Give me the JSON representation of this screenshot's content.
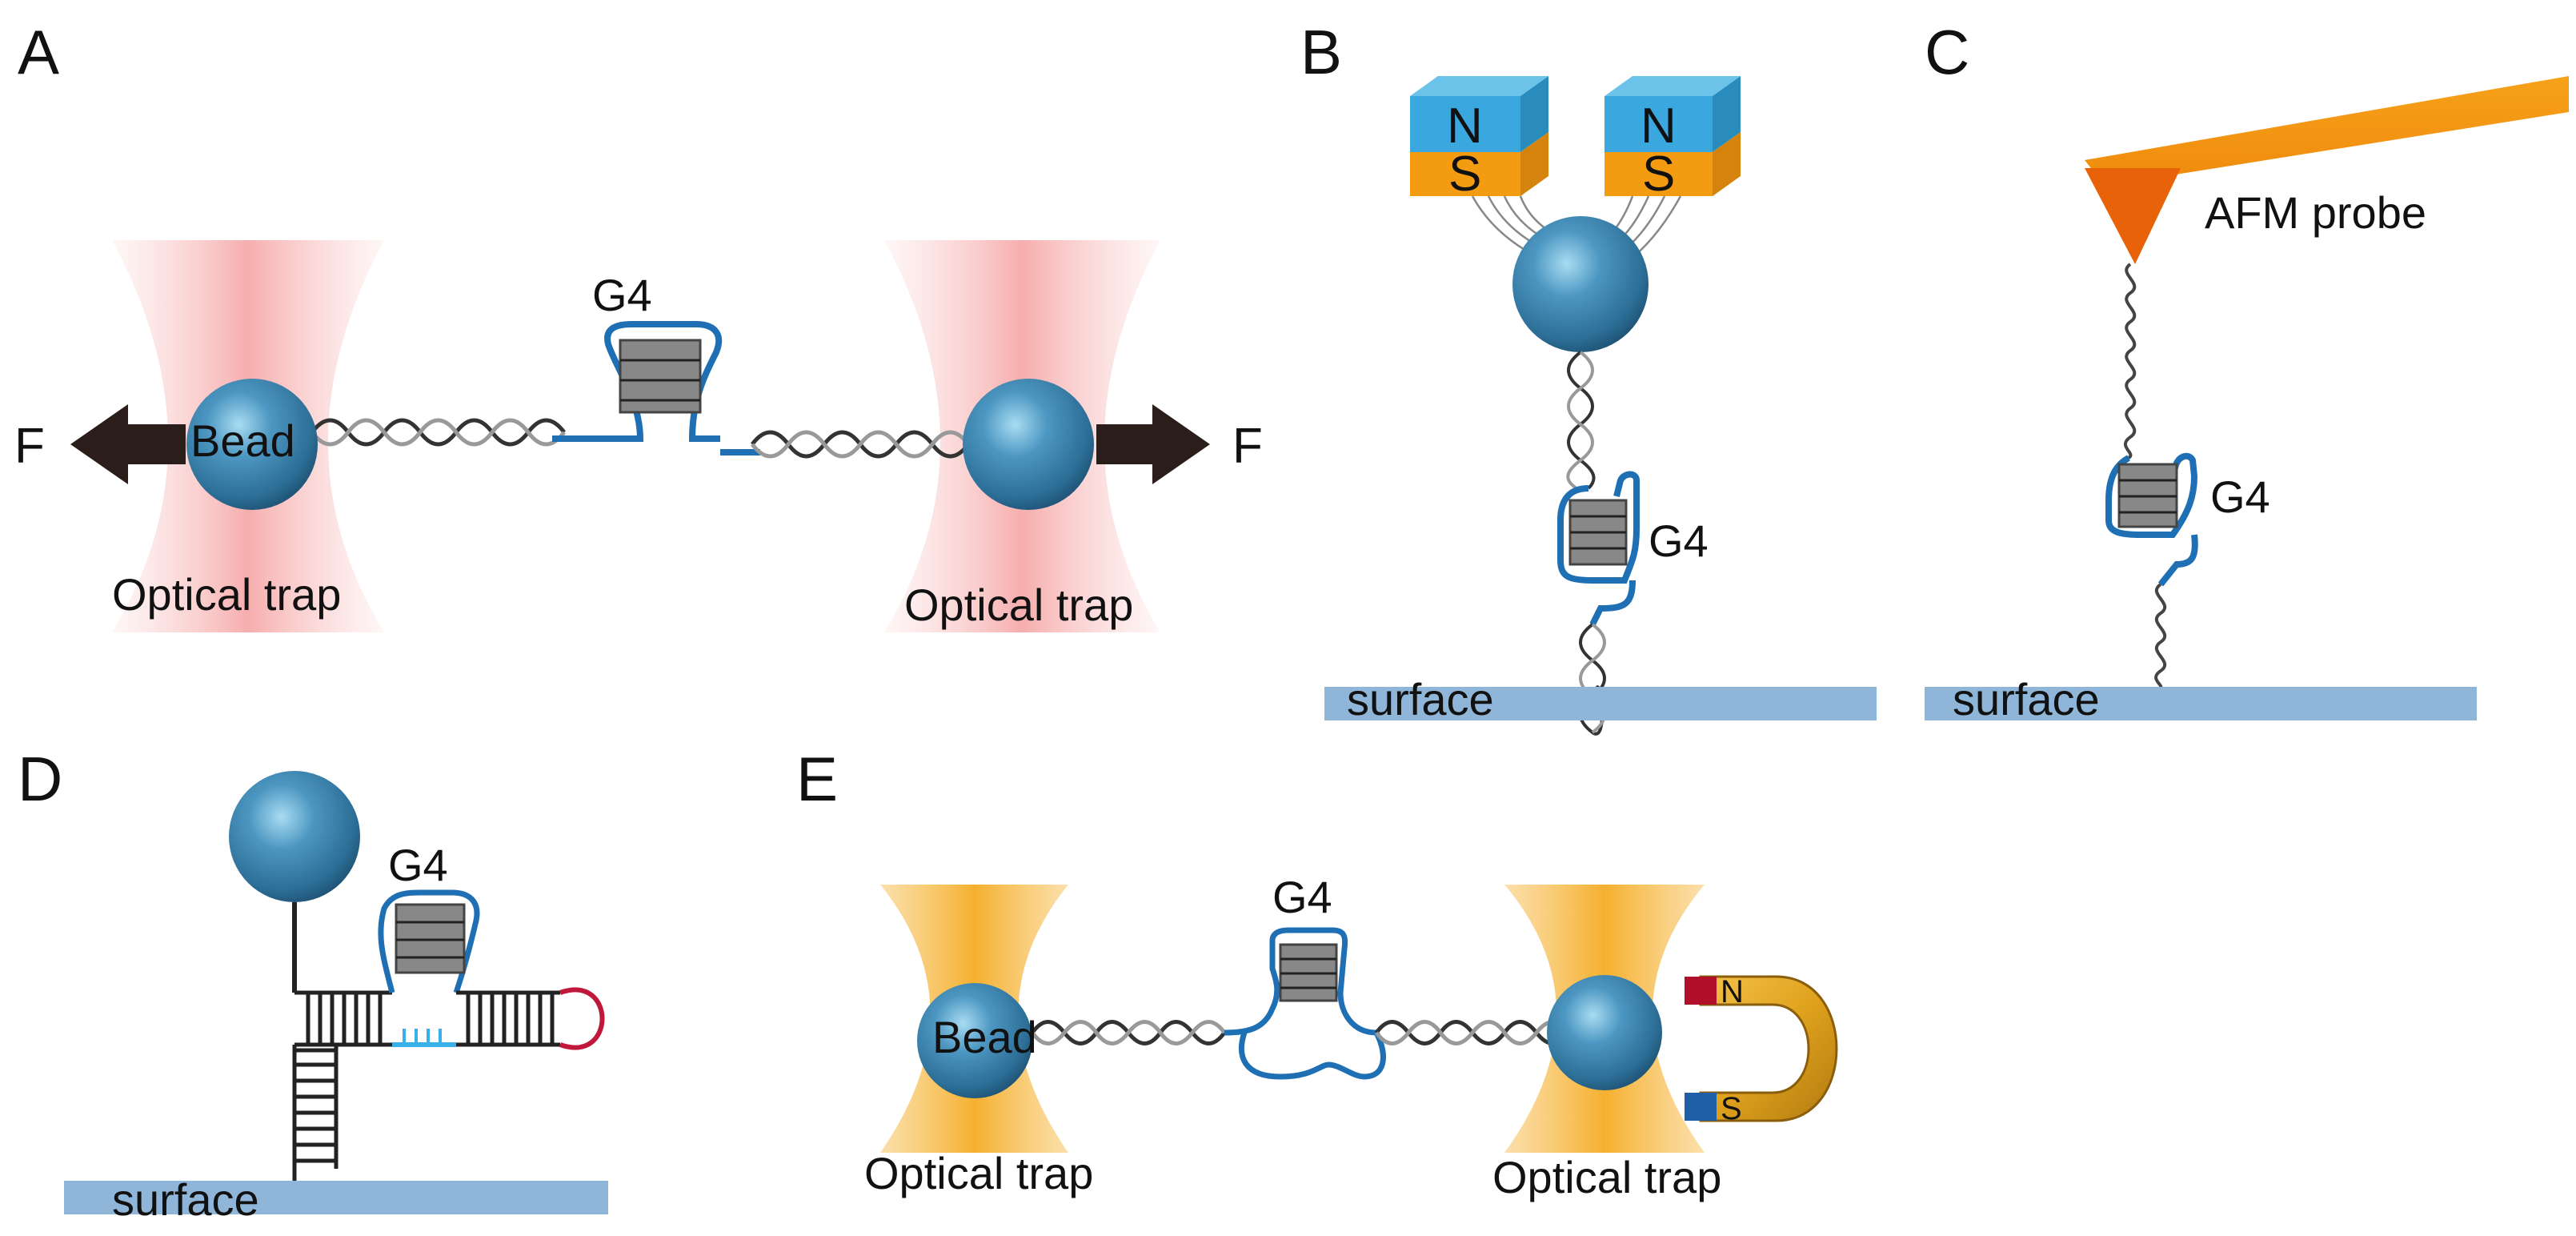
{
  "panels": {
    "A": {
      "letter": "A",
      "g4": "G4",
      "bead": "Bead",
      "force_left": "F",
      "force_right": "F",
      "trap_left": "Optical trap",
      "trap_right": "Optical trap"
    },
    "B": {
      "letter": "B",
      "magnet_left_n": "N",
      "magnet_left_s": "S",
      "magnet_right_n": "N",
      "magnet_right_s": "S",
      "g4": "G4",
      "surface": "surface"
    },
    "C": {
      "letter": "C",
      "probe": "AFM probe",
      "g4": "G4",
      "surface": "surface"
    },
    "D": {
      "letter": "D",
      "g4": "G4",
      "surface": "surface"
    },
    "E": {
      "letter": "E",
      "g4": "G4",
      "bead": "Bead",
      "trap_left": "Optical trap",
      "trap_right": "Optical trap",
      "magnet_n": "N",
      "magnet_s": "S"
    }
  },
  "colors": {
    "bead": "#3f86b0",
    "g4_strand": "#1f6fb5",
    "dna": "#333333",
    "trap_red": "#f6a9a9",
    "trap_yellow": "#f7b733",
    "surface": "#8fb6d8",
    "magnet_blue": "#3aa8de",
    "magnet_orange": "#f39c12",
    "probe_orange": "#f39c12",
    "loop_red": "#c0183a",
    "arrow": "#2b1d1a"
  }
}
